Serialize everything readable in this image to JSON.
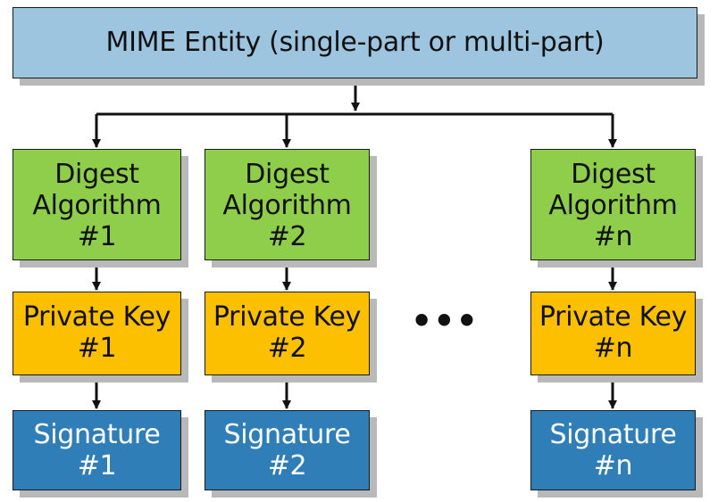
{
  "colors": {
    "mime_fill": "#9ec5df",
    "digest_fill": "#8fce4a",
    "private_key_fill": "#fcc000",
    "signature_fill": "#2f7eb8",
    "shadow": "#b9b9b9"
  },
  "mime_entity": {
    "label": "MIME Entity (single-part or multi-part)"
  },
  "columns": [
    {
      "digest": {
        "line1": "Digest",
        "line2": "Algorithm",
        "line3": "#1"
      },
      "private_key": {
        "line1": "Private Key",
        "line2": "#1"
      },
      "signature": {
        "line1": "Signature",
        "line2": "#1"
      }
    },
    {
      "digest": {
        "line1": "Digest",
        "line2": "Algorithm",
        "line3": "#2"
      },
      "private_key": {
        "line1": "Private Key",
        "line2": "#2"
      },
      "signature": {
        "line1": "Signature",
        "line2": "#2"
      }
    },
    {
      "digest": {
        "line1": "Digest",
        "line2": "Algorithm",
        "line3": "#n"
      },
      "private_key": {
        "line1": "Private Key",
        "line2": "#n"
      },
      "signature": {
        "line1": "Signature",
        "line2": "#n"
      }
    }
  ],
  "ellipsis": "•••"
}
